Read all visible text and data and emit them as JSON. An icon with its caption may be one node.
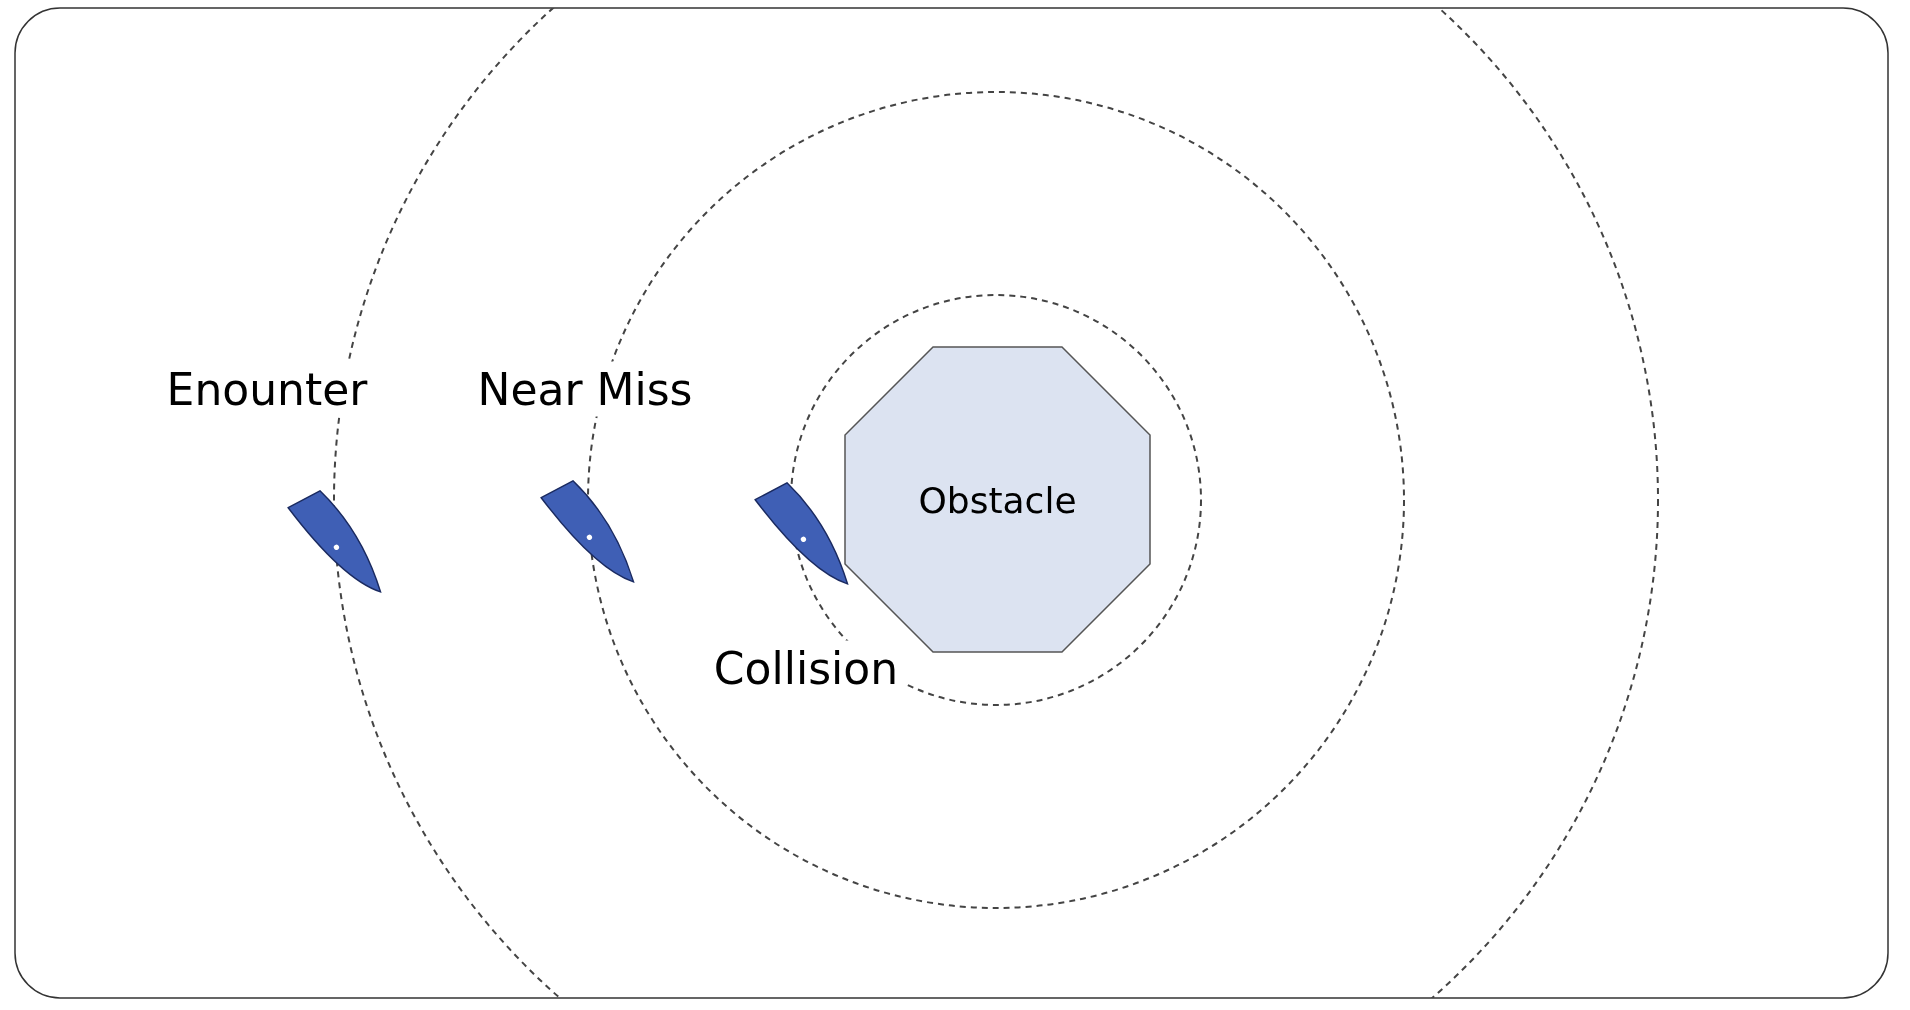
{
  "diagram": {
    "nodes": [
      {
        "text": [
          "Obstacle"
        ]
      }
    ],
    "edges": [],
    "labels": [
      "Enounter",
      "Near Miss",
      "Collision"
    ]
  }
}
